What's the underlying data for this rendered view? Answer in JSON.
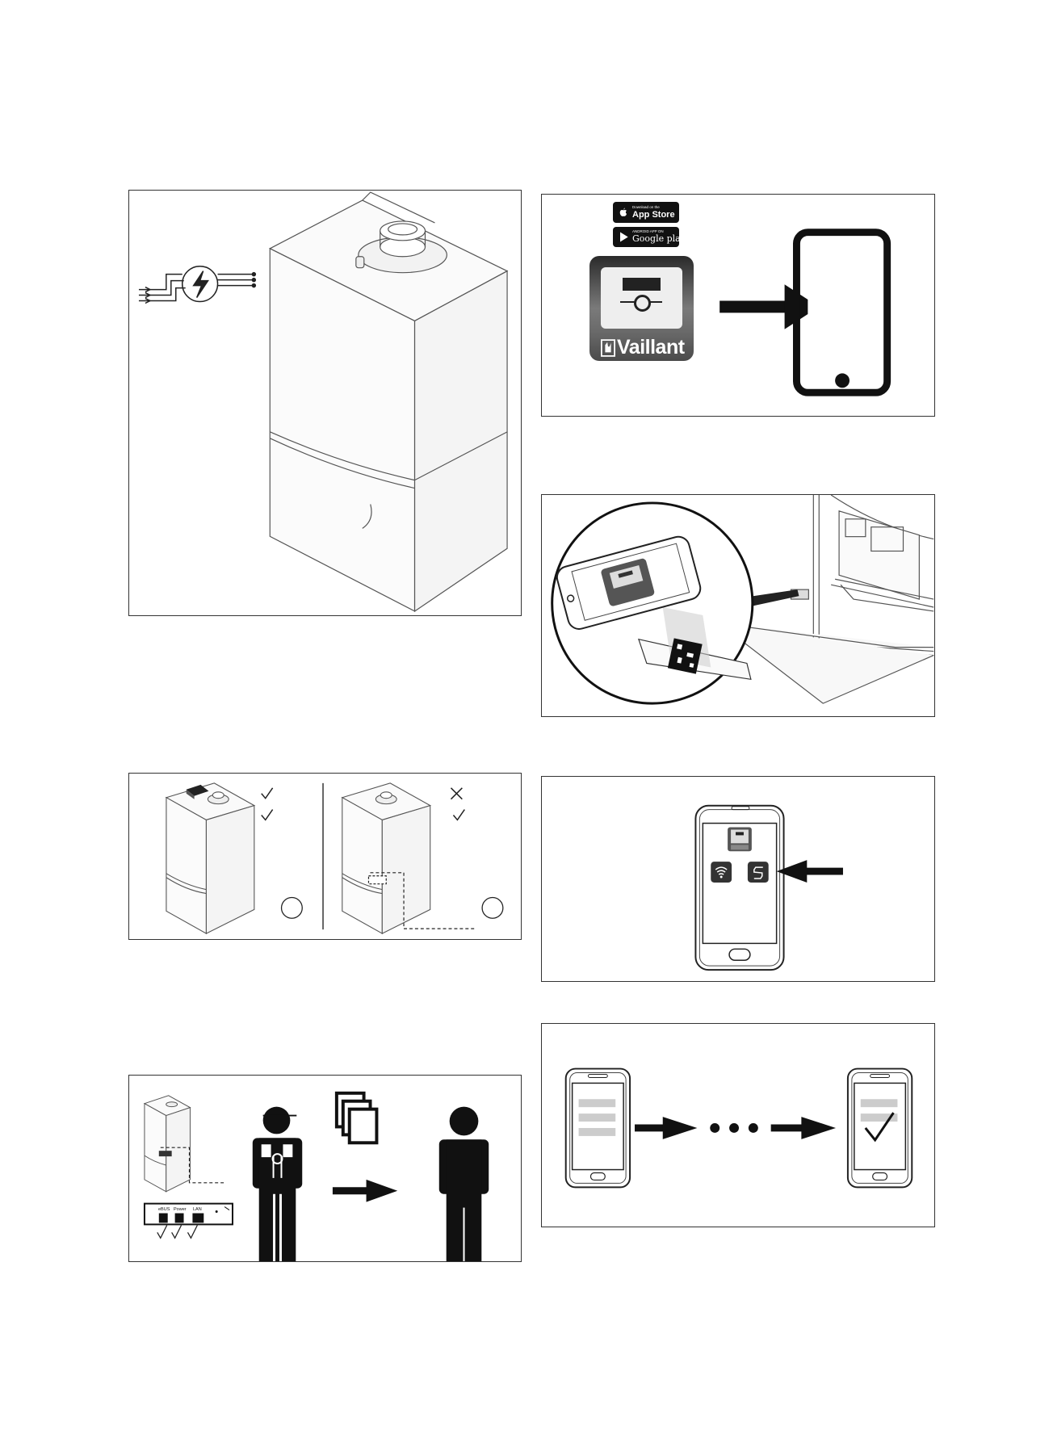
{
  "figures": {
    "boiler_power": {
      "name": "boiler with power supply"
    },
    "app_download": {
      "app_store": {
        "small": "Download on the",
        "big": "App Store"
      },
      "google_play": {
        "small": "ANDROID APP ON",
        "big": "Google play"
      },
      "brand": "Vaillant"
    },
    "qr_scan": {
      "name": "scan code on boiler"
    },
    "mounting": {
      "name": "mounting positions"
    },
    "phone_menu": {
      "name": "app menu"
    },
    "installer_handover": {
      "ports": [
        "eBUS",
        "Power",
        "LAN"
      ]
    },
    "progress": {
      "name": "setup progress"
    }
  }
}
